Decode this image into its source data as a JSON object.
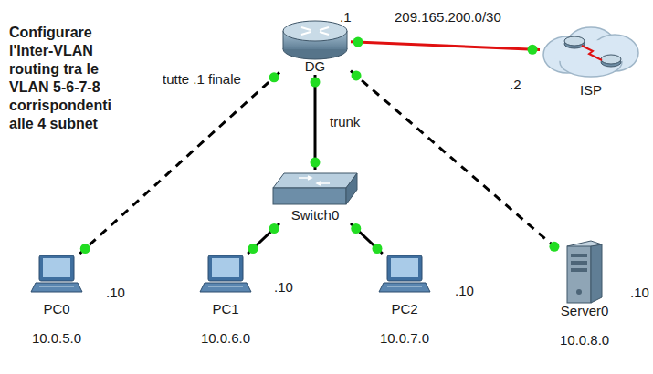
{
  "diagram": {
    "title": "Configurare l'Inter-VLAN routing tra le VLAN 5-6-7-8 corrispondenti alle 4 subnet",
    "nodes": [
      {
        "text": [
          "DG"
        ]
      },
      {
        "text": [
          "ISP"
        ]
      },
      {
        "text": [
          "Switch0"
        ]
      },
      {
        "text": [
          "PC0",
          "10.0.5.0"
        ]
      },
      {
        "text": [
          "PC1",
          "10.0.6.0"
        ]
      },
      {
        "text": [
          "PC2",
          "10.0.7.0"
        ]
      },
      {
        "text": [
          "Server0",
          "10.0.8.0"
        ]
      }
    ],
    "edges": [
      {
        "from": 0,
        "to": 3,
        "arrow": "none"
      },
      {
        "from": 0,
        "to": 2,
        "label": "trunk",
        "arrow": "none"
      },
      {
        "from": 2,
        "to": 4,
        "arrow": "none"
      },
      {
        "from": 2,
        "to": 5,
        "arrow": "none"
      },
      {
        "from": 0,
        "to": 6,
        "arrow": "none"
      },
      {
        "from": 0,
        "to": 1,
        "arrow": "none"
      }
    ],
    "labels": [
      ".1",
      "209.165.200.0/30",
      "tutte .1 finale",
      ".2",
      ".10",
      ".10",
      ".10",
      ".10"
    ]
  }
}
